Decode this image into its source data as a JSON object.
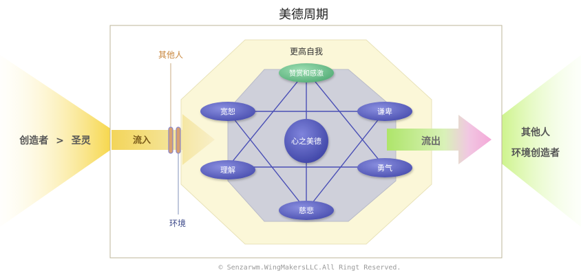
{
  "title": "美德周期",
  "left_source": {
    "part1": "创造者",
    "separator": ">",
    "part2": "圣灵"
  },
  "right_target": {
    "line1": "其他人",
    "line2": "环境创造者"
  },
  "inflow_label": "流入",
  "outflow_label": "流出",
  "others_label": "其他人",
  "environment_label": "环境",
  "higher_self_label": "更高自我",
  "center_label": "心之美德",
  "virtues": {
    "top": "赞赏和感激",
    "upper_left": "宽恕",
    "upper_right": "谦卑",
    "lower_left": "理解",
    "lower_right": "勇气",
    "bottom": "慈悲"
  },
  "copyright": "© Senzarwm.WingMakersLLC.All Ringt Reserved.",
  "colors": {
    "title_text": "#222222",
    "frame_border": "#bdb59a",
    "outer_octagon": "#fbf7d8",
    "inner_octagon": "#cfd0da",
    "virtue_fill": "#5a5fbd",
    "virtue_top_fill": "#6fbf8e",
    "star_lines": "#4a4fb5",
    "source_yellow": "#f6d544",
    "target_green": "#b8ee5a",
    "others_text": "#c8863c",
    "environment_text": "#3d4a8a"
  }
}
